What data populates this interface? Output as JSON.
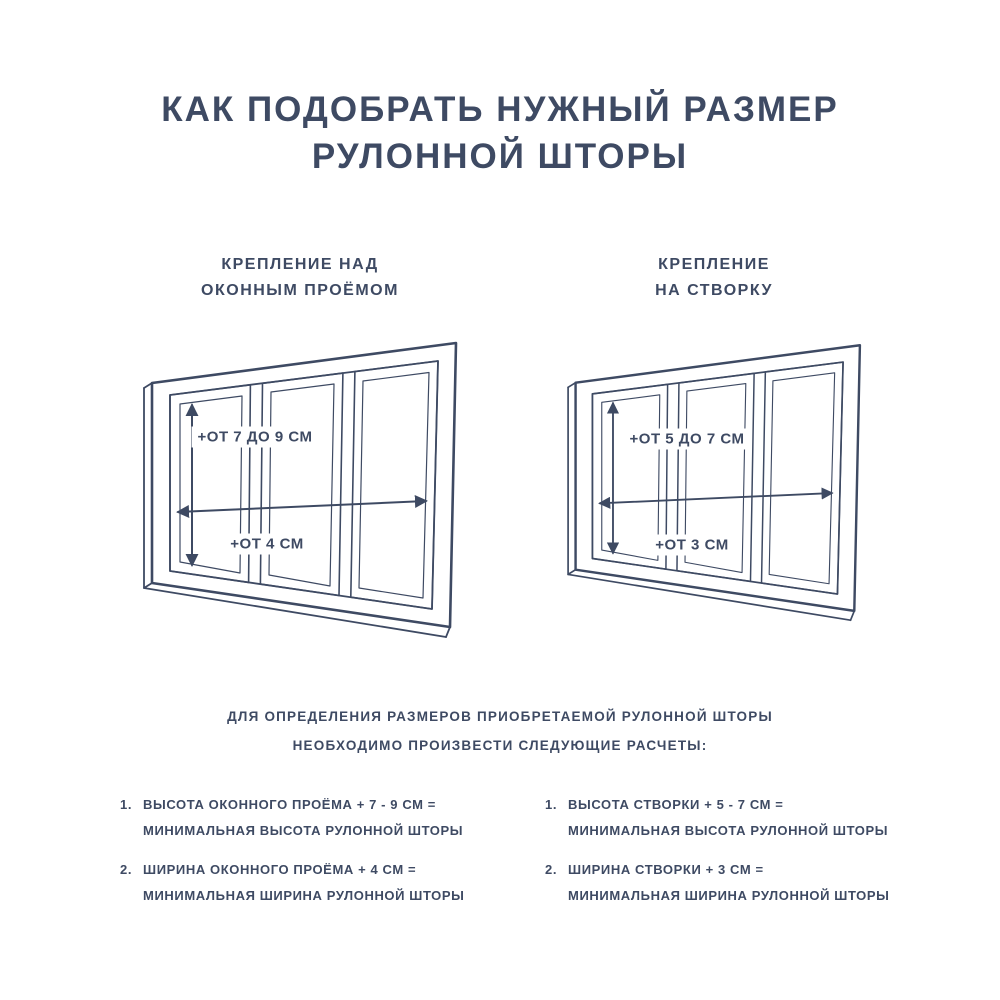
{
  "title": {
    "line1": "КАК ПОДОБРАТЬ НУЖНЫЙ РАЗМЕР",
    "line2": "РУЛОННОЙ ШТОРЫ"
  },
  "left": {
    "subtitle_line1": "КРЕПЛЕНИЕ НАД",
    "subtitle_line2": "ОКОННЫМ ПРОЁМОМ",
    "height_label": "+ОТ 7 ДО 9 СМ",
    "width_label": "+ОТ 4 СМ",
    "items": [
      {
        "num": "1.",
        "line1": "ВЫСОТА ОКОННОГО ПРОЁМА + 7 - 9 СМ =",
        "line2": "МИНИМАЛЬНАЯ ВЫСОТА РУЛОННОЙ ШТОРЫ"
      },
      {
        "num": "2.",
        "line1": "ШИРИНА ОКОННОГО ПРОЁМА + 4 СМ =",
        "line2": "МИНИМАЛЬНАЯ ШИРИНА РУЛОННОЙ ШТОРЫ"
      }
    ]
  },
  "right": {
    "subtitle_line1": "КРЕПЛЕНИЕ",
    "subtitle_line2": "НА СТВОРКУ",
    "height_label": "+ОТ 5 ДО 7 СМ",
    "width_label": "+ОТ 3 СМ",
    "items": [
      {
        "num": "1.",
        "line1": "ВЫСОТА СТВОРКИ + 5 - 7 СМ =",
        "line2": "МИНИМАЛЬНАЯ ВЫСОТА РУЛОННОЙ ШТОРЫ"
      },
      {
        "num": "2.",
        "line1": "ШИРИНА СТВОРКИ + 3 СМ =",
        "line2": "МИНИМАЛЬНАЯ ШИРИНА РУЛОННОЙ ШТОРЫ"
      }
    ]
  },
  "note": {
    "line1": "ДЛЯ ОПРЕДЕЛЕНИЯ РАЗМЕРОВ ПРИОБРЕТАЕМОЙ РУЛОННОЙ ШТОРЫ",
    "line2": "НЕОБХОДИМО ПРОИЗВЕСТИ СЛЕДУЮЩИЕ РАСЧЕТЫ:"
  },
  "colors": {
    "ink": "#3e4a63",
    "background": "#ffffff"
  }
}
